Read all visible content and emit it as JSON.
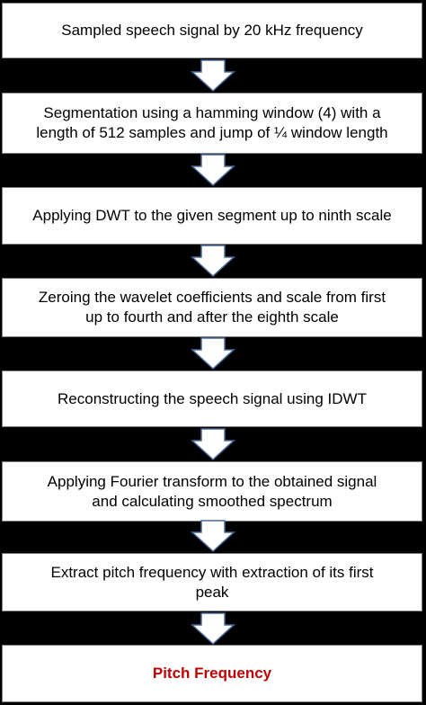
{
  "colors": {
    "background": "#000000",
    "box_fill": "#ffffff",
    "box_border": "#7f7f7f",
    "arrow_fill": "#ffffff",
    "arrow_stroke": "#4a6a9a",
    "final_text": "#c00000"
  },
  "steps": [
    {
      "text": "Sampled speech  signal by 20 kHz frequency"
    },
    {
      "text": "Segmentation using a hamming window (4) with a\nlength of 512 samples and jump of ¼ window length"
    },
    {
      "text": "Applying DWT to the given segment up to ninth scale"
    },
    {
      "text": "Zeroing the wavelet coefficients and scale from first\nup to fourth and after the eighth scale"
    },
    {
      "text": "Reconstructing the speech signal  using IDWT"
    },
    {
      "text": "Applying Fourier transform to the obtained signal\nand calculating smoothed spectrum"
    },
    {
      "text": "Extract pitch frequency with extraction of its first\npeak"
    },
    {
      "text": "Pitch Frequency"
    }
  ]
}
